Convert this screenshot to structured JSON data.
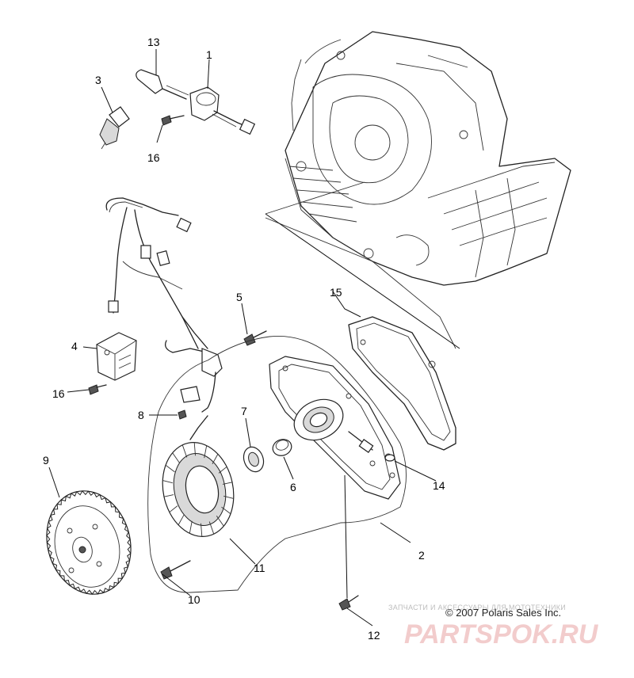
{
  "callouts": {
    "c1": "1",
    "c2": "2",
    "c3": "3",
    "c4": "4",
    "c5": "5",
    "c6": "6",
    "c7": "7",
    "c8": "8",
    "c9": "9",
    "c10": "10",
    "c11": "11",
    "c12": "12",
    "c13": "13",
    "c14": "14",
    "c15": "15",
    "c16a": "16",
    "c16b": "16"
  },
  "copyright": "© 2007 Polaris Sales Inc.",
  "watermark": {
    "caption": "ЗАПЧАСТИ И АКСЕССУАРЫ ДЛЯ МОТОТЕХНИКИ",
    "brand": "PARTSPOK.RU"
  }
}
